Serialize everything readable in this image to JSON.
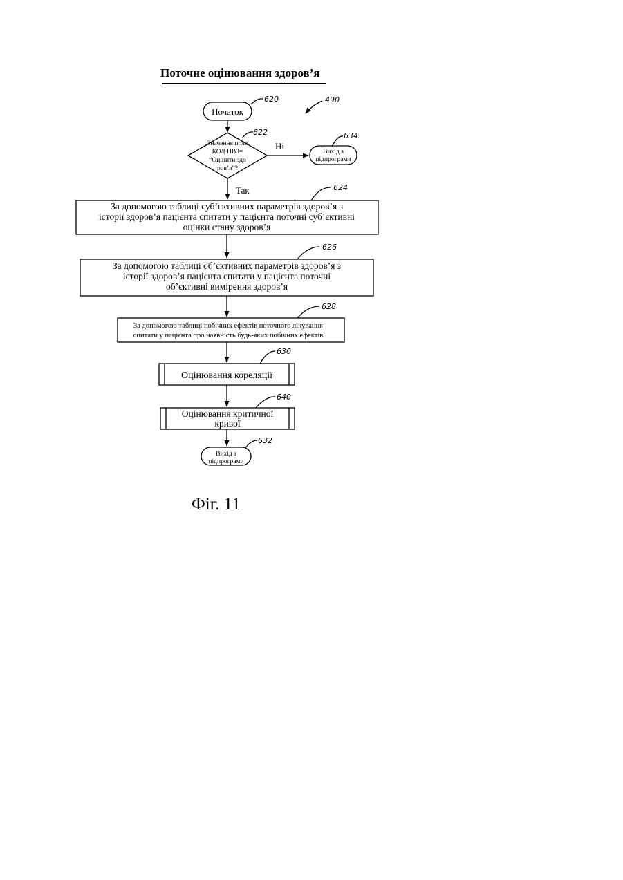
{
  "diagram": {
    "title": "Поточне оцінювання здоров’я",
    "caption": "Фіг. 11",
    "figure_ref": "490",
    "nodes": {
      "start": {
        "label": "Початок",
        "ref": "620"
      },
      "decision": {
        "lines": [
          "Значення поля",
          "КОД ПВЗ=",
          "“Оцінити здо",
          "ров’я”?"
        ],
        "ref": "622"
      },
      "exit_top": {
        "lines": [
          "Вихід з",
          "підпрограми"
        ],
        "ref": "634"
      },
      "step_subjective": {
        "lines": [
          "За допомогою таблиці суб’єктивних параметрів здоров’я з",
          "історії здоров’я пацієнта спитати у пацієнта поточні суб’єктивні",
          "оцінки стану здоров’я"
        ],
        "ref": "624"
      },
      "step_objective": {
        "lines": [
          "За допомогою таблиці об’єктивних параметрів здоров’я з",
          "історії здоров’я пацієнта спитати у пацієнта поточні",
          "об’єктивні вимірення здоров’я"
        ],
        "ref": "626"
      },
      "step_side_effects": {
        "lines": [
          "За допомогою таблиці побічних ефектів поточного лікування",
          "спитати у пацієнта про наявність  будь-яких побічних ефектів"
        ],
        "ref": "628"
      },
      "correlation": {
        "label": "Оцінювання кореляції",
        "ref": "630"
      },
      "critical_curve": {
        "lines": [
          "Оцінювання критичної",
          "кривої"
        ],
        "ref": "640"
      },
      "exit_bottom": {
        "lines": [
          "Вихід з",
          "підпрограми"
        ],
        "ref": "632"
      }
    },
    "edge_labels": {
      "no": "Ні",
      "yes": "Так"
    }
  }
}
